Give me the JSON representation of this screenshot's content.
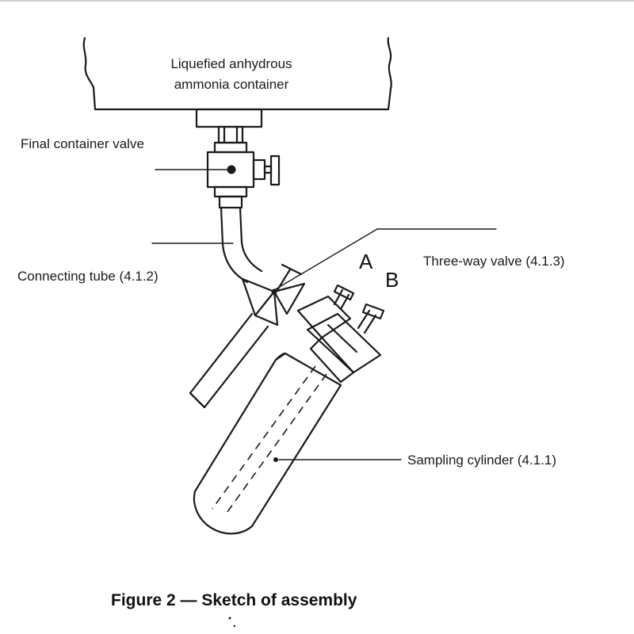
{
  "labels": {
    "container": [
      "Liquefied anhydrous",
      "ammonia container"
    ],
    "final_valve": "Final container valve",
    "connecting_tube": "Connecting tube (4.1.2)",
    "three_way_valve": "Three-way valve (4.1.3)",
    "port_a": "A",
    "port_b": "B",
    "sampling_cylinder": "Sampling cylinder (4.1.1)"
  },
  "caption": "Figure 2 — Sketch of assembly"
}
